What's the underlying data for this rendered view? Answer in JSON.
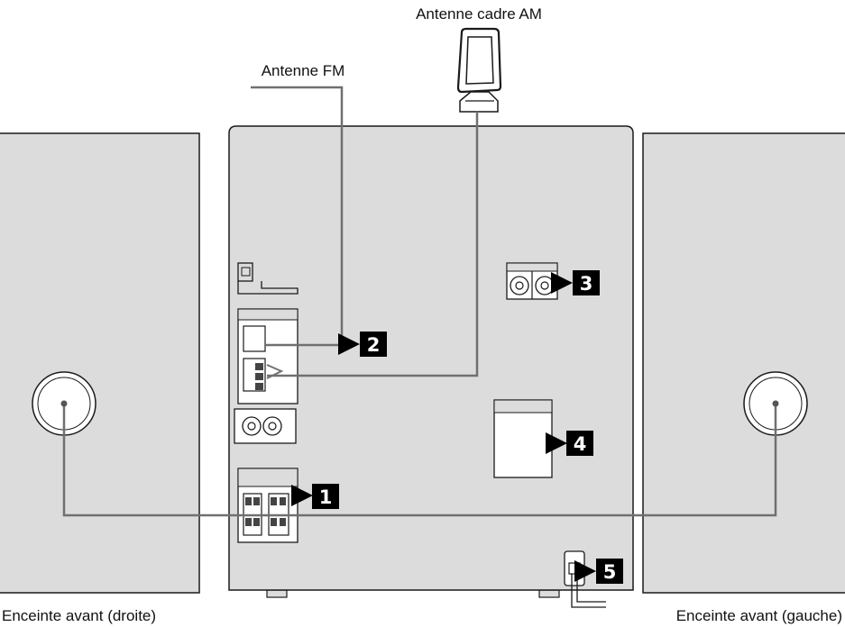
{
  "labels": {
    "am_antenna": "Antenne cadre AM",
    "fm_antenna": "Antenne FM",
    "speaker_right": "Enceinte avant (droite)",
    "speaker_left": "Enceinte avant (gauche)"
  },
  "callouts": [
    "1",
    "2",
    "3",
    "4",
    "5"
  ],
  "colors": {
    "panel_fill": "#dcdcdc",
    "outline": "#1a1a1a",
    "wire": "#707070",
    "callout_fill": "#000000"
  }
}
